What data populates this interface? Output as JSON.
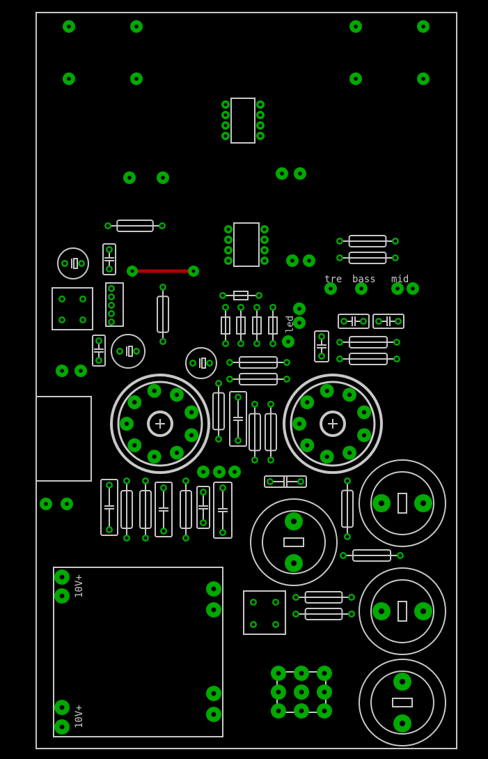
{
  "colors": {
    "background": "#000000",
    "silkscreen": "#c8c8c8",
    "pad": "#00a800",
    "trace": "#b00000"
  },
  "labels": {
    "treble": "tre",
    "bass": "bass",
    "mid": "mid",
    "led": "led",
    "power_top": "10V+",
    "power_bottom": "10V+"
  }
}
